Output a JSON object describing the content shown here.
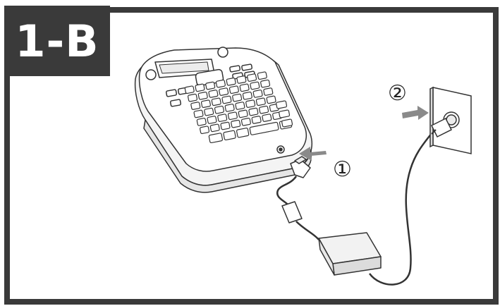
{
  "step": {
    "label": "1-B"
  },
  "callouts": [
    {
      "number": "①"
    },
    {
      "number": "②"
    }
  ],
  "colors": {
    "frame": "#3a3a3a",
    "arrow": "#8a8a8a",
    "line": "#333333",
    "fill": "#ffffff",
    "shade": "#e6e6e6"
  }
}
